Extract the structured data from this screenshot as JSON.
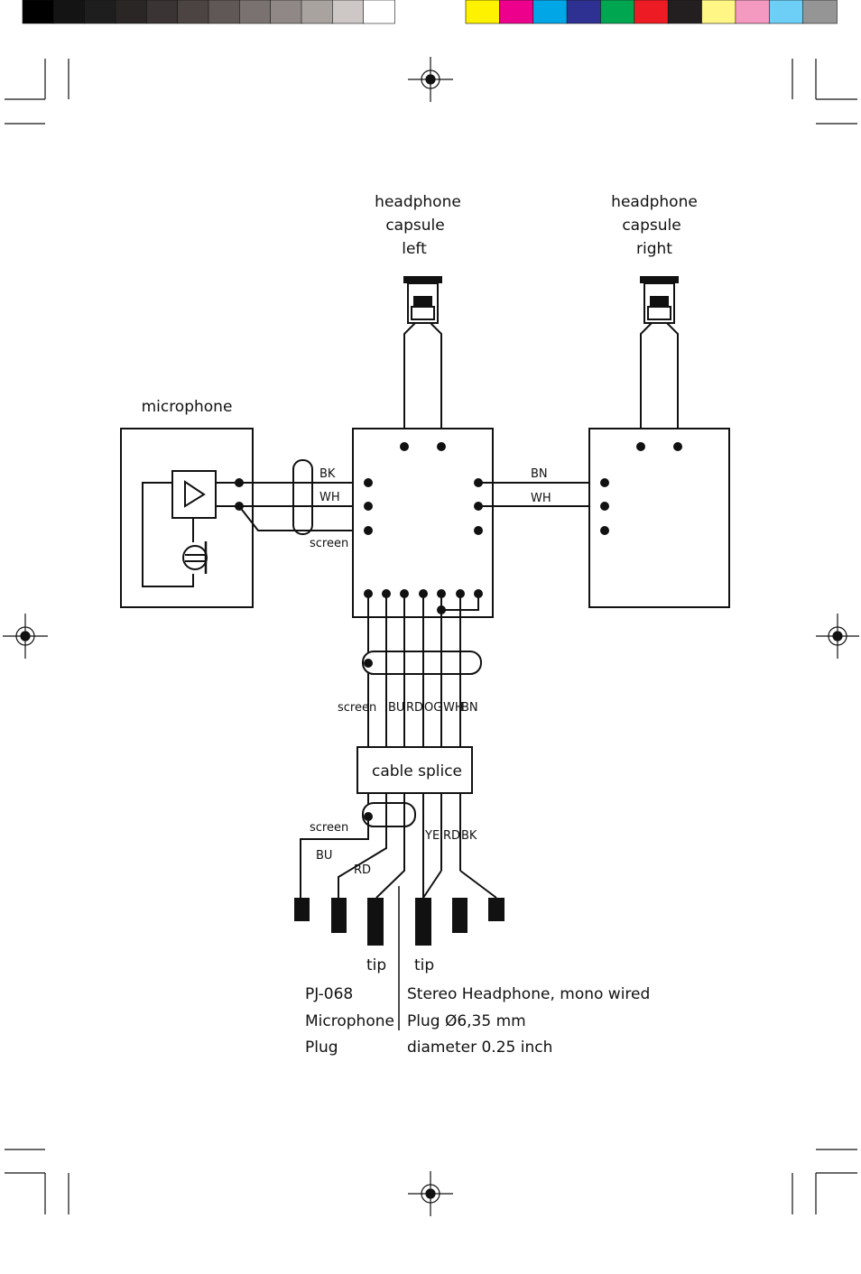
{
  "colors": {
    "ink": "#111111",
    "grayscale_bar": [
      "#000000",
      "#141414",
      "#1e1e1e",
      "#2b2626",
      "#3a3434",
      "#4b4443",
      "#5f5856",
      "#797270",
      "#8f8886",
      "#a9a3a0",
      "#cdc7c5",
      "#ffffff"
    ],
    "color_bar": [
      "#fef200",
      "#ec008c",
      "#00a6e6",
      "#2e3192",
      "#00a650",
      "#ed1c24",
      "#231f20",
      "#fff685",
      "#f49ac1",
      "#6dcff6",
      "#959595"
    ]
  },
  "labels": {
    "headphone_left": [
      "headphone",
      "capsule",
      "left"
    ],
    "headphone_right": [
      "headphone",
      "capsule",
      "right"
    ],
    "microphone": "microphone",
    "mic_wire_bk": "BK",
    "mic_wire_wh": "WH",
    "mic_screen": "screen",
    "right_wire_bn": "BN",
    "right_wire_wh": "WH",
    "cable_screen": "screen",
    "cable_colors": [
      "BU",
      "RD",
      "OG",
      "WH",
      "BN"
    ],
    "cable_splice": "cable splice",
    "plug_screen": "screen",
    "plug_bu": "BU",
    "plug_rd": "RD",
    "plug_colors": [
      "YE",
      "RD",
      "BK"
    ],
    "tip_left": "tip",
    "tip_right": "tip",
    "mic_plug_lines": [
      "PJ-068",
      "Microphone",
      "Plug"
    ],
    "hp_plug_lines": [
      "Stereo Headphone, mono wired",
      "Plug Ø6,35 mm",
      "diameter 0.25 inch"
    ]
  }
}
